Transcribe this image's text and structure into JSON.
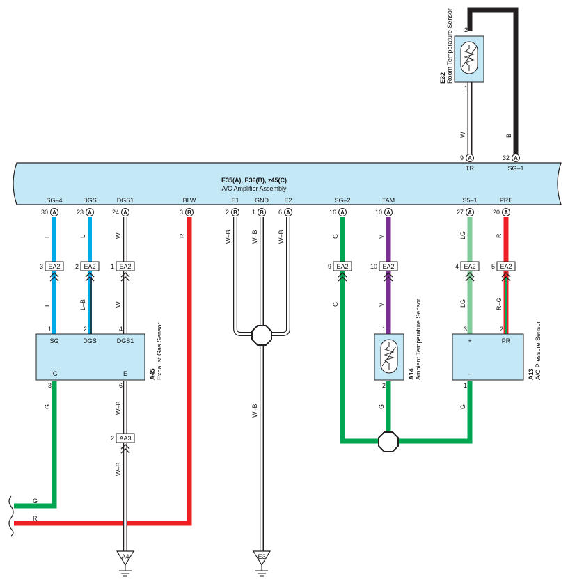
{
  "amplifier": {
    "title": "E35(A), E36(B), z45(C)",
    "subtitle": "A/C Amplifier Assembly",
    "top_pins": [
      {
        "name": "TR",
        "num": "9",
        "conn": "A"
      },
      {
        "name": "SG–1",
        "num": "32",
        "conn": "A"
      }
    ],
    "bottom_pins": [
      {
        "name": "SG–4",
        "num": "30",
        "conn": "A"
      },
      {
        "name": "DGS",
        "num": "23",
        "conn": "A"
      },
      {
        "name": "DGS1",
        "num": "24",
        "conn": "A"
      },
      {
        "name": "BLW",
        "num": "3",
        "conn": "B"
      },
      {
        "name": "E1",
        "num": "2",
        "conn": "B"
      },
      {
        "name": "GND",
        "num": "1",
        "conn": "B"
      },
      {
        "name": "E2",
        "num": "6",
        "conn": "A"
      },
      {
        "name": "SG–2",
        "num": "16",
        "conn": "A"
      },
      {
        "name": "TAM",
        "num": "10",
        "conn": "A"
      },
      {
        "name": "S5–1",
        "num": "27",
        "conn": "A"
      },
      {
        "name": "PRE",
        "num": "20",
        "conn": "A"
      }
    ]
  },
  "room_sensor": {
    "id": "E32",
    "name": "Room Temperature Sensor",
    "pin_top": "2",
    "pin_bottom": "1",
    "wire_w": "W",
    "wire_b": "B"
  },
  "exhaust_sensor": {
    "id": "A45",
    "name": "Exhaust Gas Sensor",
    "pins_top": [
      {
        "num": "1",
        "name": "SG"
      },
      {
        "num": "2",
        "name": "DGS"
      },
      {
        "num": "4",
        "name": "DGS1"
      }
    ],
    "pins_bottom": [
      {
        "num": "3",
        "name": "IG"
      },
      {
        "num": "6",
        "name": "E"
      }
    ]
  },
  "ambient_sensor": {
    "id": "A14",
    "name": "Ambient Temperature Sensor",
    "pin_top": "1",
    "pin_bottom": "2"
  },
  "pressure_sensor": {
    "id": "A13",
    "name": "A/C Pressure Sensor",
    "pins_top": [
      {
        "num": "3",
        "name": "+"
      },
      {
        "num": "2",
        "name": "PR"
      }
    ],
    "pin_bottom": {
      "num": "1",
      "name": "–"
    }
  },
  "connectors": {
    "ea2": [
      {
        "num": "3",
        "label": "EA2"
      },
      {
        "num": "2",
        "label": "EA2"
      },
      {
        "num": "1",
        "label": "EA2"
      },
      {
        "num": "9",
        "label": "EA2"
      },
      {
        "num": "10",
        "label": "EA2"
      },
      {
        "num": "4",
        "label": "EA2"
      },
      {
        "num": "5",
        "label": "EA2"
      }
    ],
    "aa3": {
      "num": "2",
      "label": "AA3"
    }
  },
  "wire_colors": {
    "upper": [
      "L",
      "L",
      "W",
      "R",
      "W–B",
      "W–B",
      "W–B",
      "G",
      "V",
      "LG",
      "R"
    ],
    "lower": [
      "L",
      "L–B",
      "W",
      "G",
      "V",
      "LG",
      "R–G"
    ],
    "exhaust_g": "G",
    "exhaust_wb1": "W–B",
    "exhaust_wb2": "W–B",
    "gnd_wb": "W–B",
    "ambient_g": "G",
    "pressure_g": "G",
    "left_g": "G",
    "left_r": "R"
  },
  "grounds": {
    "a4": "A4",
    "e3": "E3"
  },
  "colors": {
    "blue": "#00a9e8",
    "red": "#ee2024",
    "green": "#00a651",
    "violet": "#7b2f93",
    "lightgreen": "#7fcc9a",
    "black": "#231f20",
    "box_fill": "#c5e8f6"
  }
}
